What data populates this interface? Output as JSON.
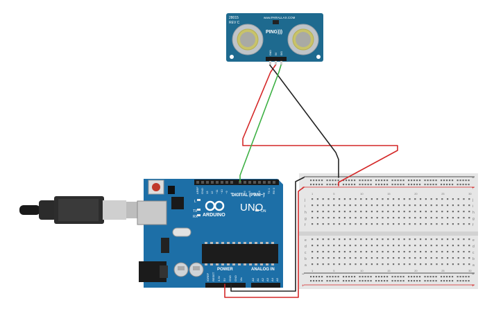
{
  "sensor": {
    "part_number": "28015",
    "revision": "REV C",
    "website": "www.PARALLAX.COM",
    "brand_label": "PING)))",
    "pin_labels": [
      "GND",
      "5V",
      "SIG"
    ]
  },
  "arduino": {
    "logo_text": "ARDUINO",
    "model_text": "UNO",
    "on_label": "ON",
    "tx_label": "TX",
    "rx_label": "RX",
    "l_label": "L",
    "digital_label": "DIGITAL (PWM~)",
    "power_label": "POWER",
    "analog_label": "ANALOG IN",
    "power_pins": [
      "IOREF",
      "RESET",
      "3.3V",
      "5V",
      "GND",
      "GND",
      "Vin"
    ],
    "analog_pins": [
      "A0",
      "A1",
      "A2",
      "A3",
      "A4",
      "A5"
    ],
    "digital_pins_left": [
      "AREF",
      "GND",
      "13",
      "12",
      "~11",
      "~10",
      "~9",
      "8"
    ],
    "digital_pins_right": [
      "7",
      "~6",
      "~5",
      "4",
      "~3",
      "2",
      "TX 1",
      "RX 0"
    ]
  },
  "breadboard": {
    "rail_minus": "−",
    "rail_plus": "+",
    "row_letters_top": [
      "j",
      "i",
      "h",
      "g",
      "f"
    ],
    "row_letters_bottom": [
      "e",
      "d",
      "c",
      "b",
      "a"
    ],
    "column_numbers": [
      "1",
      "5",
      "10",
      "15",
      "20",
      "25",
      "30"
    ]
  },
  "colors": {
    "board_blue": "#1d6fa7",
    "wire_red": "#d42727",
    "wire_black": "#222222",
    "wire_green": "#3cb043",
    "sensor_board": "#1e6a8f",
    "breadboard": "#e6e6e6"
  }
}
